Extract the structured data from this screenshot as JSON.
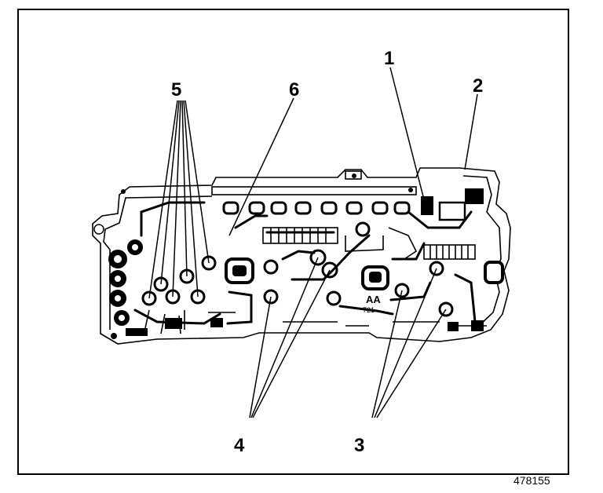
{
  "callouts": [
    {
      "id": "1",
      "text": "1"
    },
    {
      "id": "2",
      "text": "2"
    },
    {
      "id": "3",
      "text": "3"
    },
    {
      "id": "4",
      "text": "4"
    },
    {
      "id": "5",
      "text": "5"
    },
    {
      "id": "6",
      "text": "6"
    }
  ],
  "figure_id": "478155",
  "component_text": {
    "label_aa": "AA",
    "label_num": "721"
  },
  "colors": {
    "ink": "#000000",
    "paper": "#ffffff"
  }
}
